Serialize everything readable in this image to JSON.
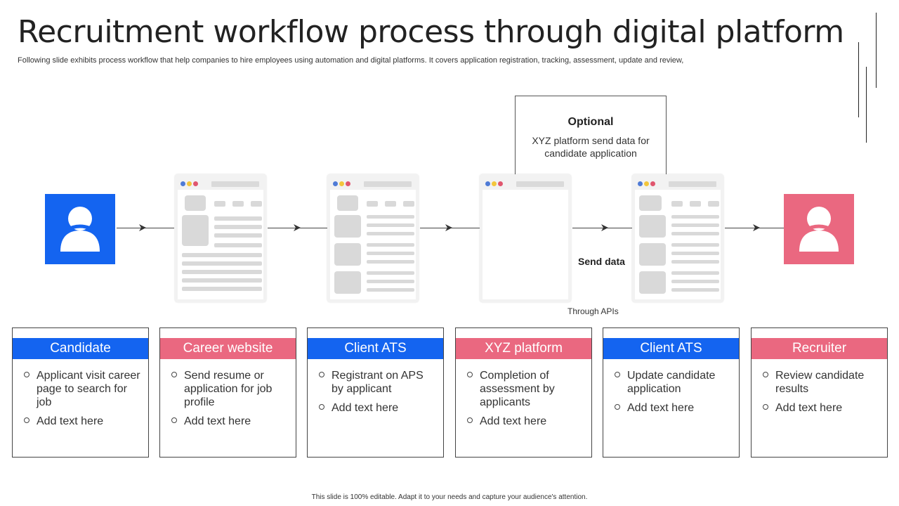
{
  "title": "Recruitment workflow process through digital platform",
  "subtitle": "Following slide exhibits process workflow that help companies to hire employees using automation and digital platforms. It covers application registration, tracking, assessment, update and review,",
  "colors": {
    "blue": "#1464f0",
    "pink": "#ea6880",
    "dot_blue": "#4f7bd6",
    "dot_yellow": "#f3c63c",
    "dot_red": "#e0566e"
  },
  "icons": {
    "candidate": "user-icon",
    "recruiter": "user-icon"
  },
  "optional": {
    "title": "Optional",
    "text": "XYZ  platform send data for candidate application"
  },
  "send_data_label": "Send data",
  "through_apis_label": "Through  APIs",
  "cards": [
    {
      "title": "Candidate",
      "color": "blue",
      "bullets": [
        "Applicant visit career page to search for job",
        "Add text here"
      ]
    },
    {
      "title": "Career website",
      "color": "pink",
      "bullets": [
        "Send resume or application for job profile",
        "Add text here"
      ]
    },
    {
      "title": "Client ATS",
      "color": "blue",
      "bullets": [
        "Registrant on APS by applicant",
        "Add text here"
      ]
    },
    {
      "title": "XYZ platform",
      "color": "pink",
      "bullets": [
        "Completion of assessment by applicants",
        "Add text here"
      ]
    },
    {
      "title": "Client ATS",
      "color": "blue",
      "bullets": [
        "Update candidate application",
        "Add text here"
      ]
    },
    {
      "title": "Recruiter",
      "color": "pink",
      "bullets": [
        "Review candidate results",
        "Add text here"
      ]
    }
  ],
  "footer": "This slide is 100% editable. Adapt it to your needs and capture your audience's attention."
}
